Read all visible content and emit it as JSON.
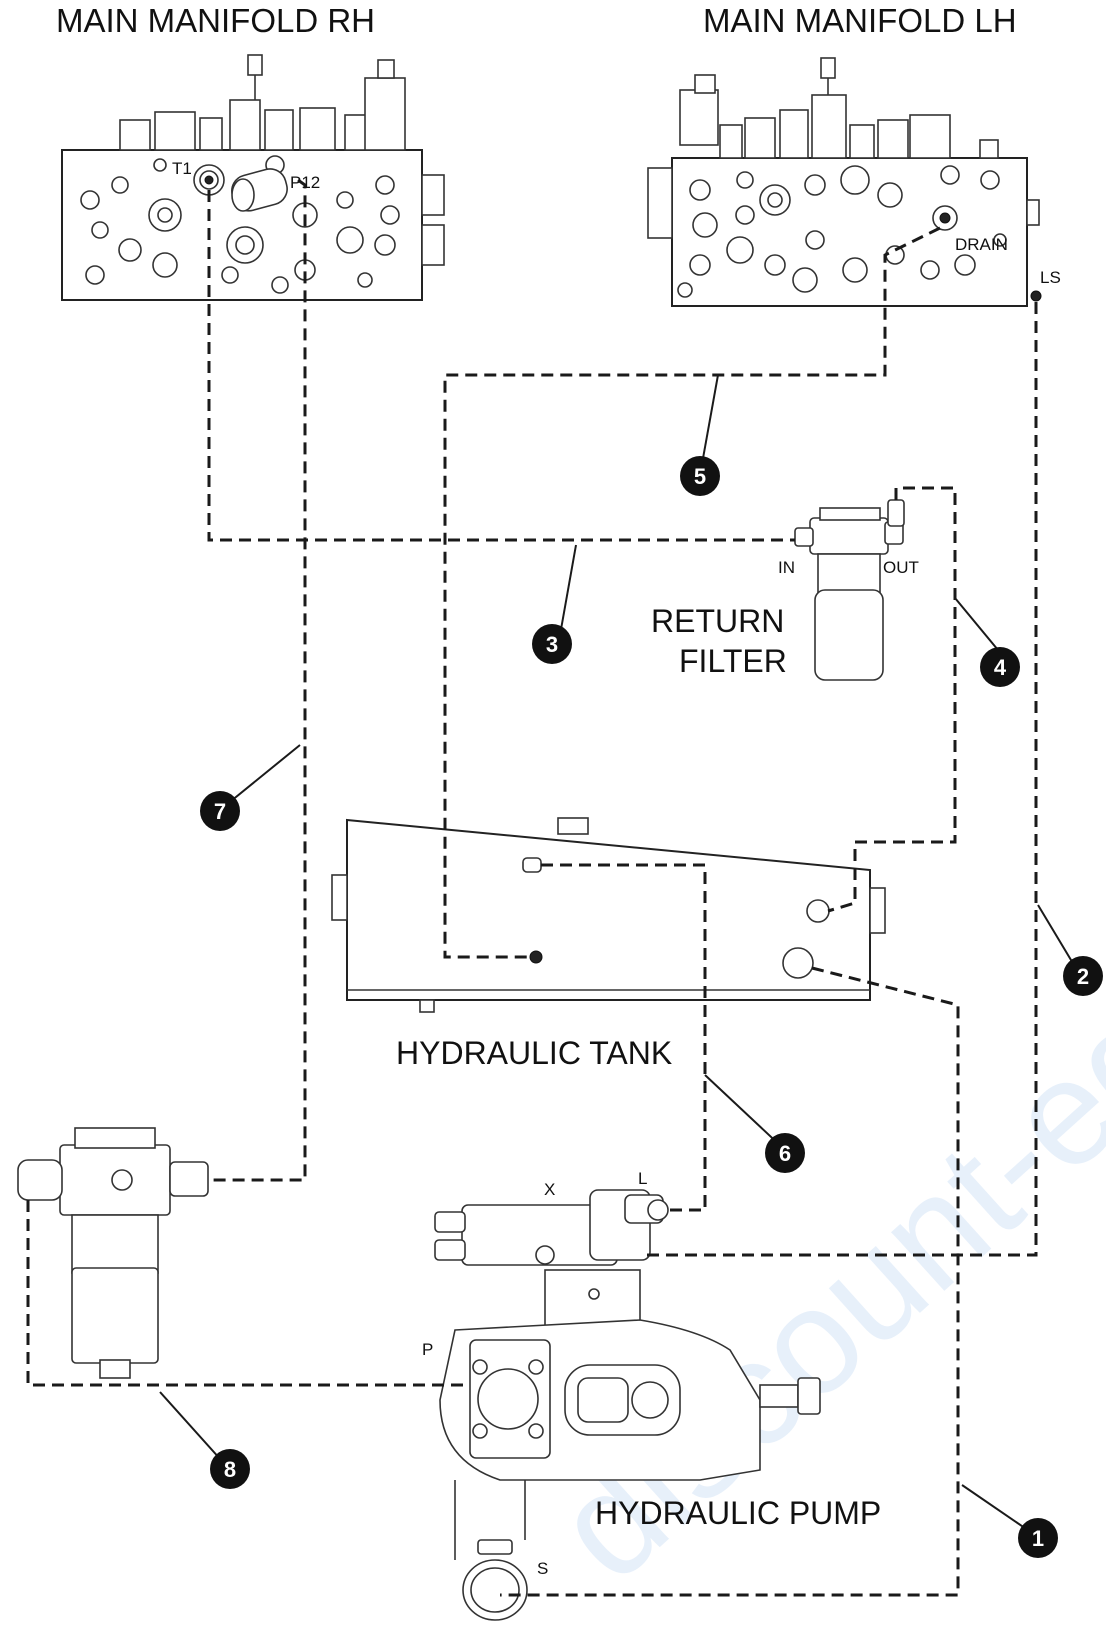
{
  "titles": {
    "main_manifold_rh": "MAIN MANIFOLD RH",
    "main_manifold_lh": "MAIN MANIFOLD LH"
  },
  "components": {
    "return_filter_line1": "RETURN",
    "return_filter_line2": "FILTER",
    "hydraulic_tank": "HYDRAULIC TANK",
    "hydraulic_pump": "HYDRAULIC PUMP"
  },
  "ports": {
    "t1": "T1",
    "p12": "P12",
    "drain": "DRAIN",
    "ls": "LS",
    "in": "IN",
    "out": "OUT",
    "x": "X",
    "l": "L",
    "p": "P",
    "s": "S"
  },
  "callouts": [
    "1",
    "2",
    "3",
    "4",
    "5",
    "6",
    "7",
    "8"
  ],
  "watermark": "discount-equipment.com"
}
